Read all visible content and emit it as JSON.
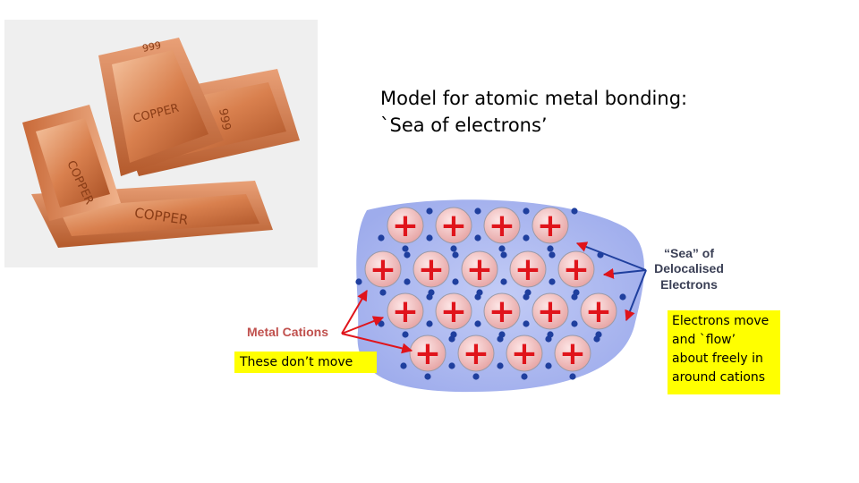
{
  "title": {
    "line1": "Model for atomic metal bonding:",
    "line2": "`Sea of electrons’"
  },
  "photo": {
    "bar_stamp": "COPPER",
    "bar_number": "999"
  },
  "diagram": {
    "label_cations": "Metal Cations",
    "label_sea_line1": "“Sea” of",
    "label_sea_line2": "Delocalised",
    "label_sea_line3": "Electrons",
    "cation_symbol": "+",
    "cation_rows": [
      4,
      5,
      5,
      4
    ],
    "colors": {
      "sea": "#a9b6f0",
      "cation_fill": "#f4c3c3",
      "plus": "#e0141b",
      "electron": "#1f3f9e",
      "arrow": "#e0141b",
      "cation_label": "#c0504d"
    }
  },
  "notes": {
    "left": "These don’t move",
    "right_lines": [
      "Electrons move",
      "and `flow’",
      "about freely in",
      "around cations"
    ],
    "highlight": "#ffff00"
  }
}
